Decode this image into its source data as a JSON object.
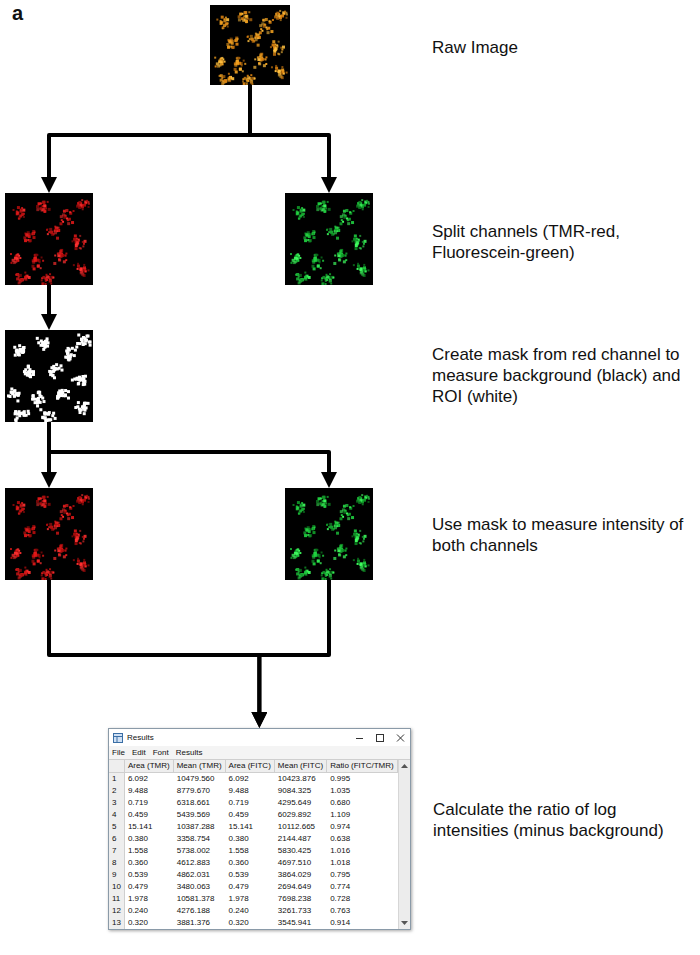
{
  "diagram": {
    "nodes": [
      {
        "text": [
          "Raw Image"
        ]
      },
      {
        "text": []
      },
      {
        "text": [
          "Split channels (TMR-red, Fluorescein-green)"
        ]
      },
      {
        "text": [
          "Create mask from red channel to measure background (black) and ROI (white)"
        ]
      },
      {
        "text": []
      },
      {
        "text": [
          "Use mask to measure intensity of both channels"
        ]
      },
      {
        "text": [
          "Calculate the ratio of log intensities (minus background)",
          "Results",
          "File",
          "Edit",
          "Font",
          "Results",
          "Area (TMR)",
          "Mean (TMR)",
          "Area (FITC)",
          "Mean (FITC)",
          "Ratio (FITC/TMR)",
          "1",
          "6.092",
          "10479.560",
          "6.092",
          "10423.876",
          "0.995",
          "2",
          "9.488",
          "8779.670",
          "9.488",
          "9084.325",
          "1.035",
          "3",
          "0.719",
          "6318.661",
          "0.719",
          "4295.649",
          "0.680",
          "4",
          "0.459",
          "5439.569",
          "0.459",
          "6029.892",
          "1.109",
          "5",
          "15.141",
          "10387.288",
          "15.141",
          "10112.665",
          "0.974",
          "6",
          "0.380",
          "3358.754",
          "0.380",
          "2144.487",
          "0.638",
          "7",
          "1.558",
          "5738.002",
          "1.558",
          "5830.425",
          "1.016",
          "8",
          "0.360",
          "4612.883",
          "0.360",
          "4697.510",
          "1.018",
          "9",
          "0.539",
          "4862.031",
          "0.539",
          "3864.029",
          "0.795",
          "10",
          "0.479",
          "3480.063",
          "0.479",
          "2694.649",
          "0.774",
          "11",
          "1.978",
          "10581.378",
          "1.978",
          "7698.238",
          "0.728",
          "12",
          "0.240",
          "4276.188",
          "0.240",
          "3261.733",
          "0.763",
          "13",
          "0.320",
          "3881.376",
          "0.320",
          "3545.941",
          "0.914"
        ]
      }
    ],
    "edges": [
      {
        "from": 0,
        "to": 1,
        "arrow": "to"
      },
      {
        "from": 0,
        "to": 2,
        "arrow": "to"
      },
      {
        "from": 1,
        "to": 3,
        "arrow": "to"
      },
      {
        "from": 3,
        "to": 4,
        "arrow": "to"
      },
      {
        "from": 3,
        "to": 5,
        "arrow": "to"
      },
      {
        "from": 4,
        "to": 6,
        "arrow": "to"
      },
      {
        "from": 5,
        "to": 6,
        "arrow": "to"
      }
    ],
    "labels": [
      "a"
    ]
  }
}
